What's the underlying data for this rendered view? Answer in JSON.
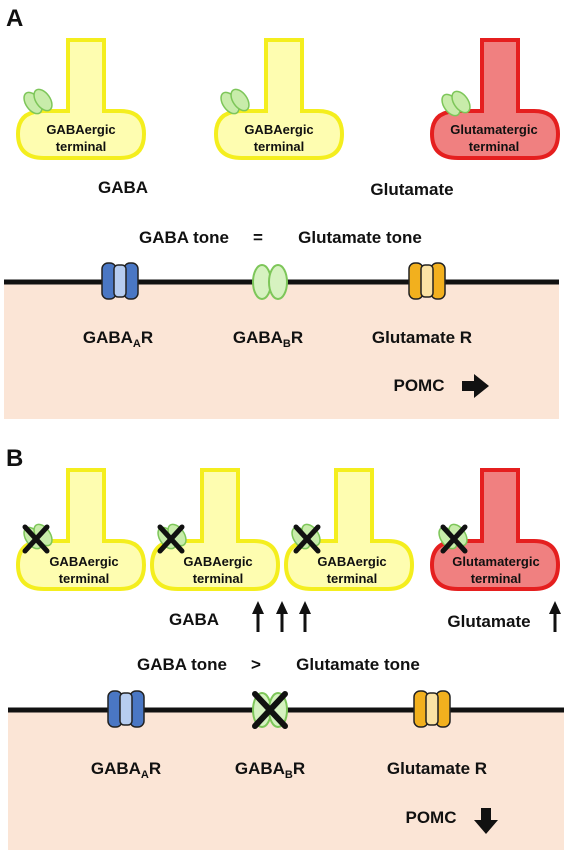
{
  "panels": [
    {
      "letter": "A",
      "terminals": [
        {
          "line1": "GABAergic",
          "line2": "terminal",
          "type": "gaba",
          "blocked": false
        },
        {
          "line1": "GABAergic",
          "line2": "terminal",
          "type": "gaba",
          "blocked": false
        },
        {
          "line1": "Glutamatergic",
          "line2": "terminal",
          "type": "glutamate",
          "blocked": false
        }
      ],
      "release_gaba": "GABA",
      "release_glutamate": "Glutamate",
      "tone": {
        "left": "GABA tone",
        "op": "=",
        "right": "Glutamate tone"
      },
      "receptors": [
        {
          "base": "GABA",
          "sub": "A",
          "suffix": "R",
          "kind": "gabaa",
          "blocked": false
        },
        {
          "base": "GABA",
          "sub": "B",
          "suffix": "R",
          "kind": "gabab",
          "blocked": false
        },
        {
          "base": "Glutamate R",
          "sub": "",
          "suffix": "",
          "kind": "glur",
          "blocked": false
        }
      ],
      "pomc": {
        "label": "POMC",
        "direction": "right"
      }
    },
    {
      "letter": "B",
      "terminals": [
        {
          "line1": "GABAergic",
          "line2": "terminal",
          "type": "gaba",
          "blocked": true
        },
        {
          "line1": "GABAergic",
          "line2": "terminal",
          "type": "gaba",
          "blocked": true
        },
        {
          "line1": "GABAergic",
          "line2": "terminal",
          "type": "gaba",
          "blocked": true
        },
        {
          "line1": "Glutamatergic",
          "line2": "terminal",
          "type": "glutamate",
          "blocked": true
        }
      ],
      "release_gaba": "GABA",
      "release_glutamate": "Glutamate",
      "gaba_arrows": 3,
      "glutamate_arrows": 1,
      "tone": {
        "left": "GABA tone",
        "op": ">",
        "right": "Glutamate tone"
      },
      "receptors": [
        {
          "base": "GABA",
          "sub": "A",
          "suffix": "R",
          "kind": "gabaa",
          "blocked": false
        },
        {
          "base": "GABA",
          "sub": "B",
          "suffix": "R",
          "kind": "gabab",
          "blocked": true
        },
        {
          "base": "Glutamate R",
          "sub": "",
          "suffix": "",
          "kind": "glur",
          "blocked": false
        }
      ],
      "pomc": {
        "label": "POMC",
        "direction": "down"
      }
    }
  ],
  "colors": {
    "gaba_fill": "#fefdb0",
    "gaba_stroke": "#f4ee1e",
    "glu_fill": "#f08080",
    "glu_stroke": "#e51f1f",
    "cell": "#fbe5d6",
    "vesicle": "#c8ecaa",
    "gabaa": "#4a77c4",
    "gabab": "#d6f2c0",
    "glur": "#f2b01e",
    "line": "#111111"
  }
}
